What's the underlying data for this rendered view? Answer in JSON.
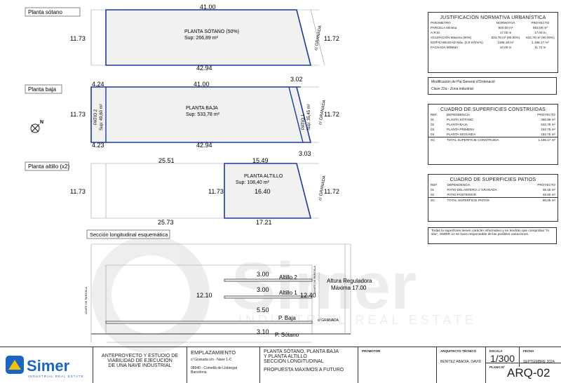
{
  "plans": {
    "sotano": {
      "title": "Planta sótano",
      "name": "PLANTA SÓTANO (50%)",
      "area": "Sup: 266,89 m²",
      "top": "41.00",
      "bottom": "42.94",
      "left": "11.73",
      "right": "11.72",
      "street": "c/ GRANADA"
    },
    "baja": {
      "title": "Planta baja",
      "name": "PLANTA BAJA",
      "area": "Sup: 533,78 m²",
      "top": "41.00",
      "top_left": "4.24",
      "top_right": "3.02",
      "bottom": "42.94",
      "bottom_left": "4.23",
      "left": "11.73",
      "right": "11.72",
      "patio2": "PATIO 2",
      "patio2_area": "Sup: 49,60 m²",
      "patio1": "PATIO 1",
      "patio1_area": "Sup: 35,45 m²",
      "street": "c/ GRANADA"
    },
    "altillo": {
      "title": "Planta altillo (x2)",
      "name": "PLANTA ALTILLO",
      "area": "Sup: 108,40 m²",
      "top_left": "25.51",
      "top": "15.49",
      "top_right": "3.03",
      "bottom_left": "25.73",
      "bottom": "17.21",
      "left": "11.73",
      "inner_left": "11.73",
      "inner": "16.40",
      "right": "11.72",
      "street": "c/ GRANADA"
    },
    "section": {
      "title": "Sección longitudinal esquemática",
      "d1": "3.00",
      "d2": "3.00",
      "d3": "5.50",
      "d4": "3.10",
      "total_left": "12.10",
      "total_right": "12.40",
      "altillo2": "Altillo 2",
      "altillo1": "Altillo 1",
      "baja": "P. Baja",
      "sotano": "P. Sótano",
      "reg1": "Altura Reguladora",
      "reg2": "Máxima 17.00",
      "limite": "LÍMITE DE PARCELA",
      "street": "c/ GRANADA"
    }
  },
  "justificacion": {
    "title": "JUSTIFICACIÓN NORMATIVA URBANÍSTICA",
    "headers": [
      "PARÁMETRO",
      "NORMATIVA",
      "PROYECTO"
    ],
    "rows": [
      [
        "PARCELA Mínima",
        "500.00 m²",
        "593.09 m²"
      ],
      [
        "A.R.M.",
        "17.00 m",
        "17.00 m"
      ],
      [
        "OCUPACIÓN Máxima (90%)",
        "533.78 m² (90.00%)",
        "533.78 m² (90.00%)"
      ],
      [
        "EDIFICABILIDAD Máx. (0.8 m²t/m²s)",
        "1186.18 m²",
        "1.186.17 m²"
      ],
      [
        "FACHADA MÍNIMA",
        "10.00 m",
        "11.72 m"
      ]
    ],
    "notes": [
      "Modificación de Pla General d'Ordenació",
      "Clave 22a - Zona industrial"
    ]
  },
  "construidas": {
    "title": "CUADRO DE SUPERFICIES CONSTRUIDAS",
    "headers": [
      "REF.",
      "DEPENDENCIA",
      "PROYECTO"
    ],
    "rows": [
      [
        "01",
        "PLANTA SÓTANO",
        "266.89 m²"
      ],
      [
        "02",
        "PLANTA BAJA",
        "533.78 m²"
      ],
      [
        "03",
        "PLANTA PRIMERA",
        "192.75 m²"
      ],
      [
        "04",
        "PLANTA SEGUNDA",
        "192.75 m²"
      ]
    ],
    "total": [
      "SC",
      "TOTAL SUPERFICIE CONSTRUIDA",
      "1.186.17 m²"
    ]
  },
  "patios": {
    "title": "CUADRO DE SUPERFICIES PATIOS",
    "headers": [
      "REF.",
      "DEPENDENCIA",
      "PROYECTO"
    ],
    "rows": [
      [
        "01",
        "PATIO DELANTERO c/ GRANADA",
        "35.45 m²"
      ],
      [
        "02",
        "PATIO POSTERIOR",
        "49.60 m²"
      ]
    ],
    "total": [
      "SC",
      "TOTAL SUPERFICIE PATIOS",
      "85,05 m²"
    ]
  },
  "disclaimer": "Todas la superficies tienen carácter informativo y se tendrán que comprobar \"in situ\", SIMER no se hace responsable de las posibles variaciones.",
  "watermark": {
    "brand": "Simer",
    "tag": "INDUSTRIAL REAL ESTATE"
  },
  "titleblock": {
    "logo": "Simer",
    "logo_tag": "INDUSTRIAL REAL ESTATE",
    "project": [
      "ANTEPROYECTO Y ESTUDIO DE",
      "VIABILIDAD DE EJECUCIÓN",
      "DE UNA NAVE INDUSTRIAL"
    ],
    "loc_title": "EMPLAZAMIENTO",
    "loc": [
      "c/ Granada s/n - Nave 1-C",
      "08940 - Cornellà de Llobregat",
      "Barcelona"
    ],
    "content": [
      "PLANTA SÓTANO, PLANTA BAJA",
      "Y PLANTA ALTILLO",
      "SECCIÓN LONGITUDINAL"
    ],
    "content2": "PROPUESTA MAXIMOS A FUTURO",
    "promotor": "PROMOTOR",
    "arq_title": "ARQUITECTO TÉCNICO",
    "arq": "BENITEZ ABADIA, DAVID",
    "escala_title": "ESCALA",
    "escala": "1/300",
    "fecha_title": "FECHA",
    "fecha": "SEPTIEMBRE 2024",
    "plano_title": "PLANO Nº",
    "plano": "ARQ-02"
  },
  "colors": {
    "outline": "#1a3a9c",
    "grid": "#999999",
    "accent": "#1a66c2",
    "logo_yellow": "#f2c200"
  }
}
